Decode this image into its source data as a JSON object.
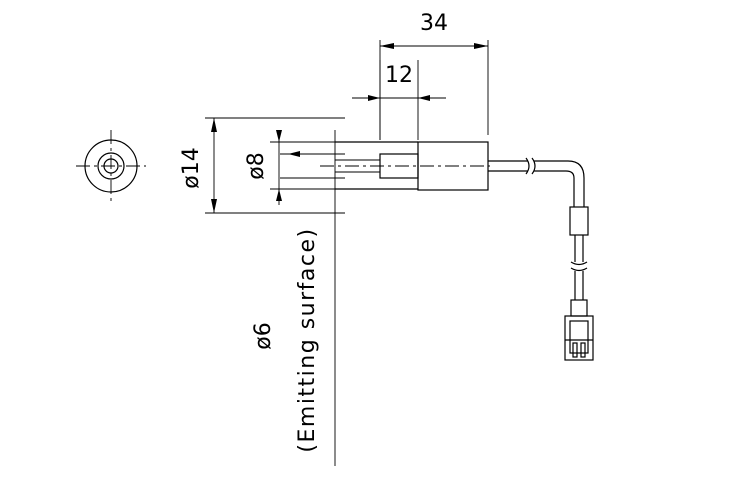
{
  "drawing": {
    "dimensions": {
      "overall_length": "34",
      "segment_length": "12",
      "outer_diameter": "ø14",
      "inner_diameter": "ø8",
      "emitting_diameter": "ø6"
    },
    "callouts": {
      "emitting_surface": "(Emitting surface)"
    }
  }
}
